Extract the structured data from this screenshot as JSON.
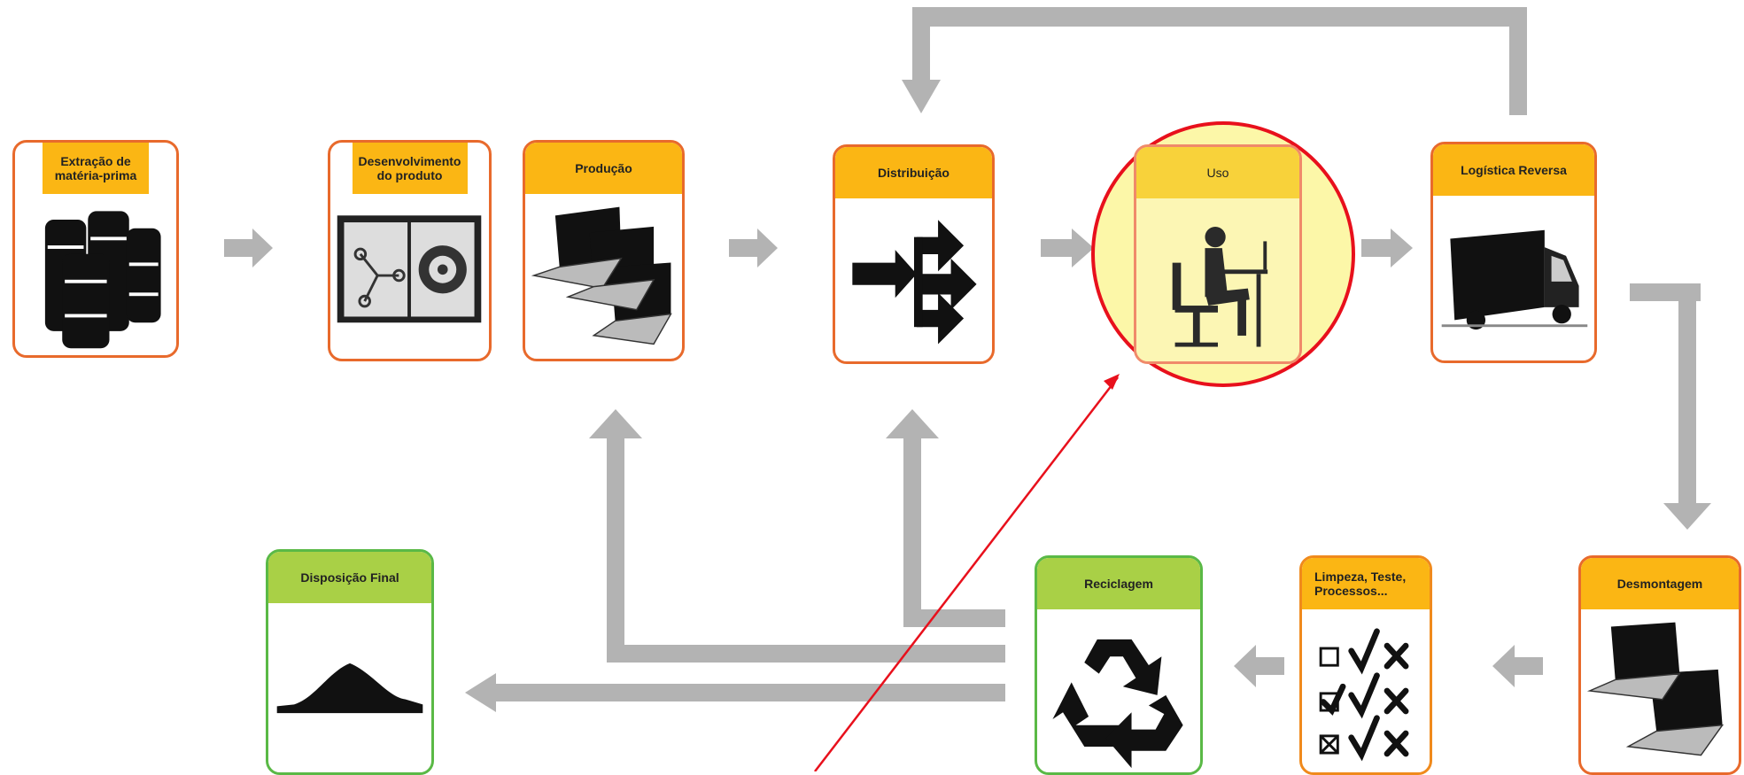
{
  "stages": {
    "extracao": "Extração de matéria-prima",
    "desenvolvimento": "Desenvolvimento do produto",
    "producao": "Produção",
    "distribuicao": "Distribuição",
    "uso": "Uso",
    "logistica": "Logística Reversa",
    "desmontagem": "Desmontagem",
    "limpeza": "Limpeza, Teste, Processos...",
    "reciclagem": "Reciclagem",
    "disposicao": "Disposição Final"
  },
  "colors": {
    "header_yellow": "#fbb614",
    "header_green": "#a9d046",
    "border_orange": "#e86a2c",
    "border_green": "#5ab946",
    "arrow_gray": "#b3b3b3",
    "highlight_circle": "#e8101c",
    "highlight_fill": "#fcf6b4"
  },
  "icons": {
    "extracao": "oil-barrels-icon",
    "desenvolvimento": "product-design-icon",
    "producao": "laptops-production-icon",
    "distribuicao": "distribution-arrows-icon",
    "uso": "person-at-desk-icon",
    "logistica": "truck-icon",
    "desmontagem": "laptops-disassembly-icon",
    "limpeza": "checklist-icon",
    "reciclagem": "recycle-icon",
    "disposicao": "landfill-mound-icon"
  }
}
